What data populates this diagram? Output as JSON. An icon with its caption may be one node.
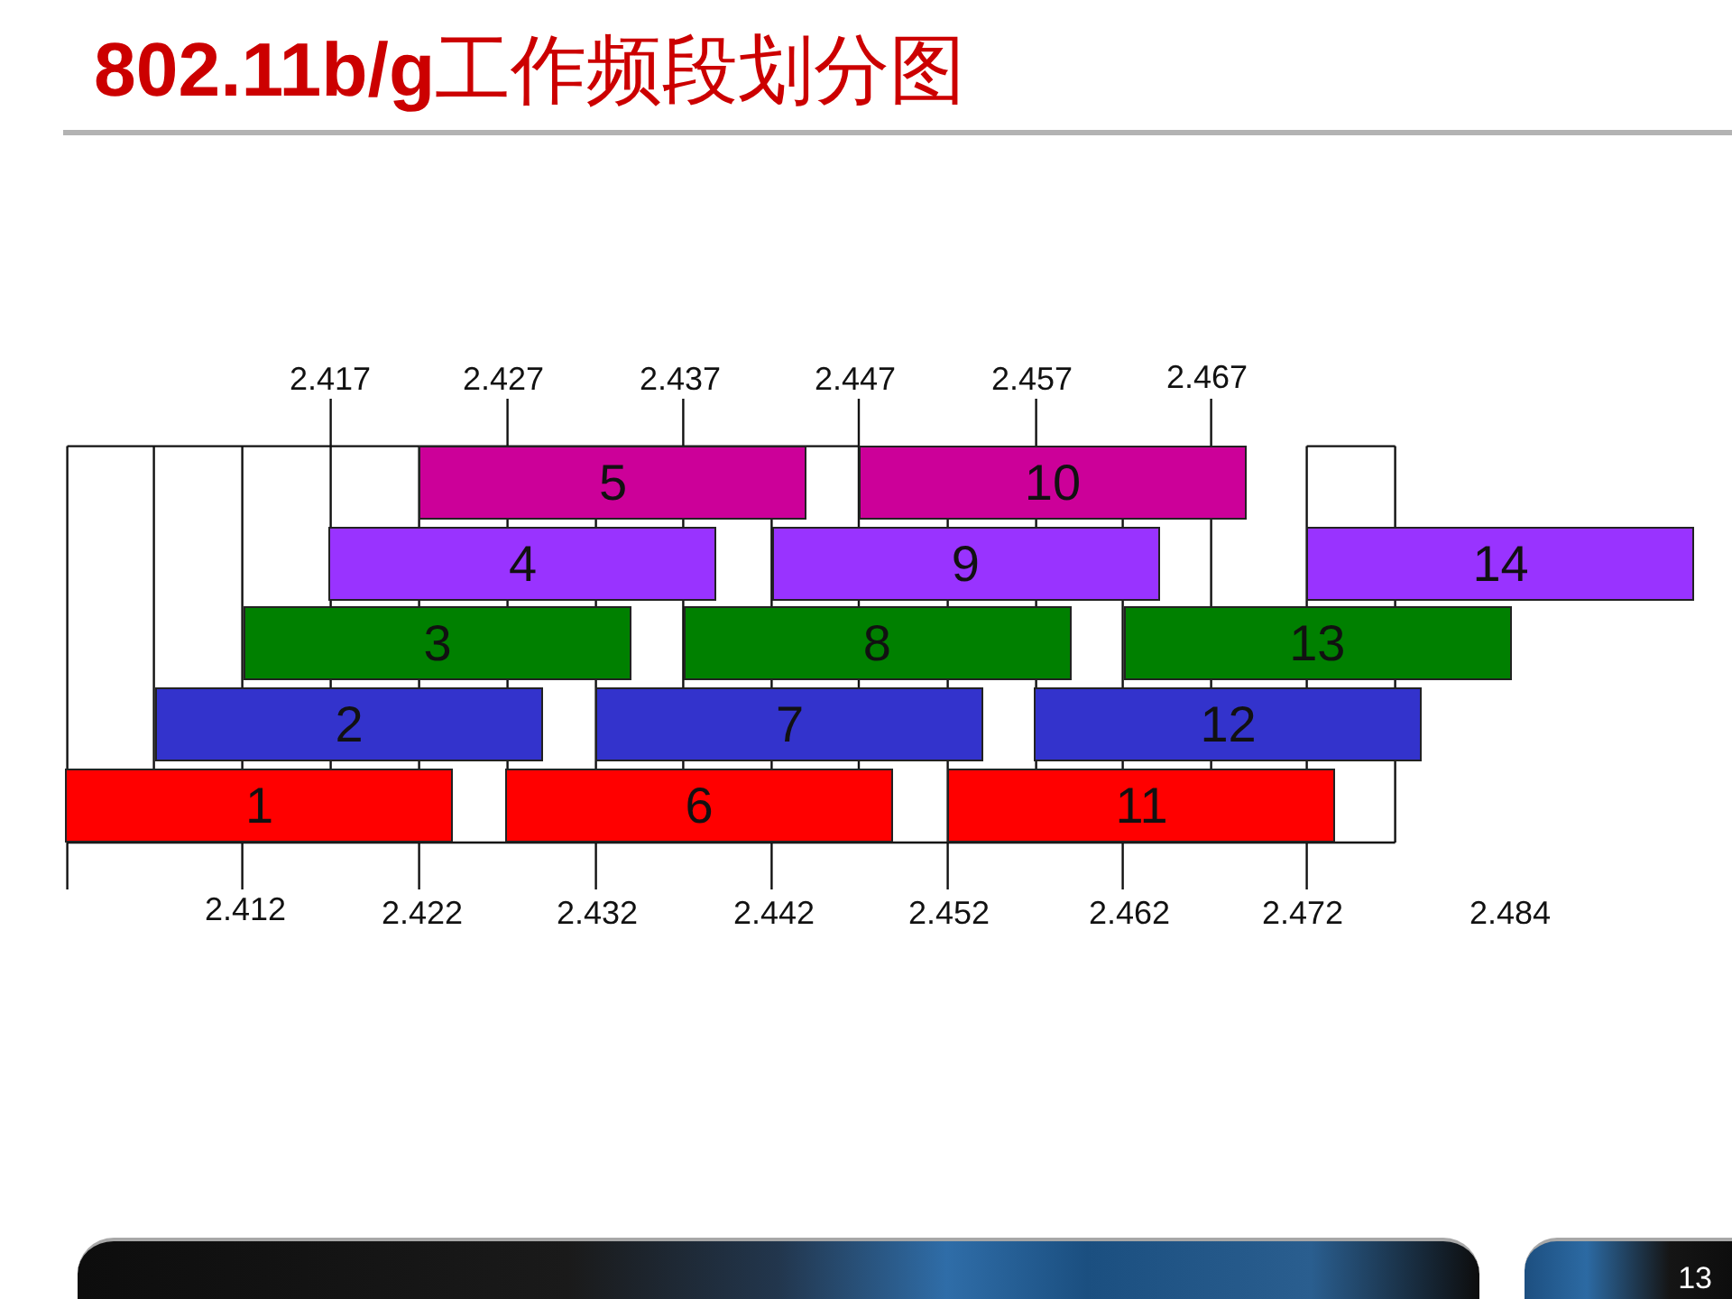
{
  "diagram": {
    "title": "**802.11b/g**工作频段划分图",
    "nodes": [
      {
        "text": [
          "5"
        ]
      },
      {
        "text": [
          "10"
        ]
      },
      {
        "text": [
          "4"
        ]
      },
      {
        "text": [
          "9"
        ]
      },
      {
        "text": [
          "14"
        ]
      },
      {
        "text": [
          "3"
        ]
      },
      {
        "text": [
          "8"
        ]
      },
      {
        "text": [
          "13"
        ]
      },
      {
        "text": [
          "2"
        ]
      },
      {
        "text": [
          "7"
        ]
      },
      {
        "text": [
          "12"
        ]
      },
      {
        "text": [
          "1"
        ]
      },
      {
        "text": [
          "6"
        ]
      },
      {
        "text": [
          "11"
        ]
      }
    ],
    "labels": [
      "2.417",
      "2.427",
      "2.437",
      "2.447",
      "2.457",
      "2.467",
      "2.412",
      "2.422",
      "2.432",
      "2.442",
      "2.452",
      "2.462",
      "2.472",
      "2.484",
      "13"
    ]
  }
}
